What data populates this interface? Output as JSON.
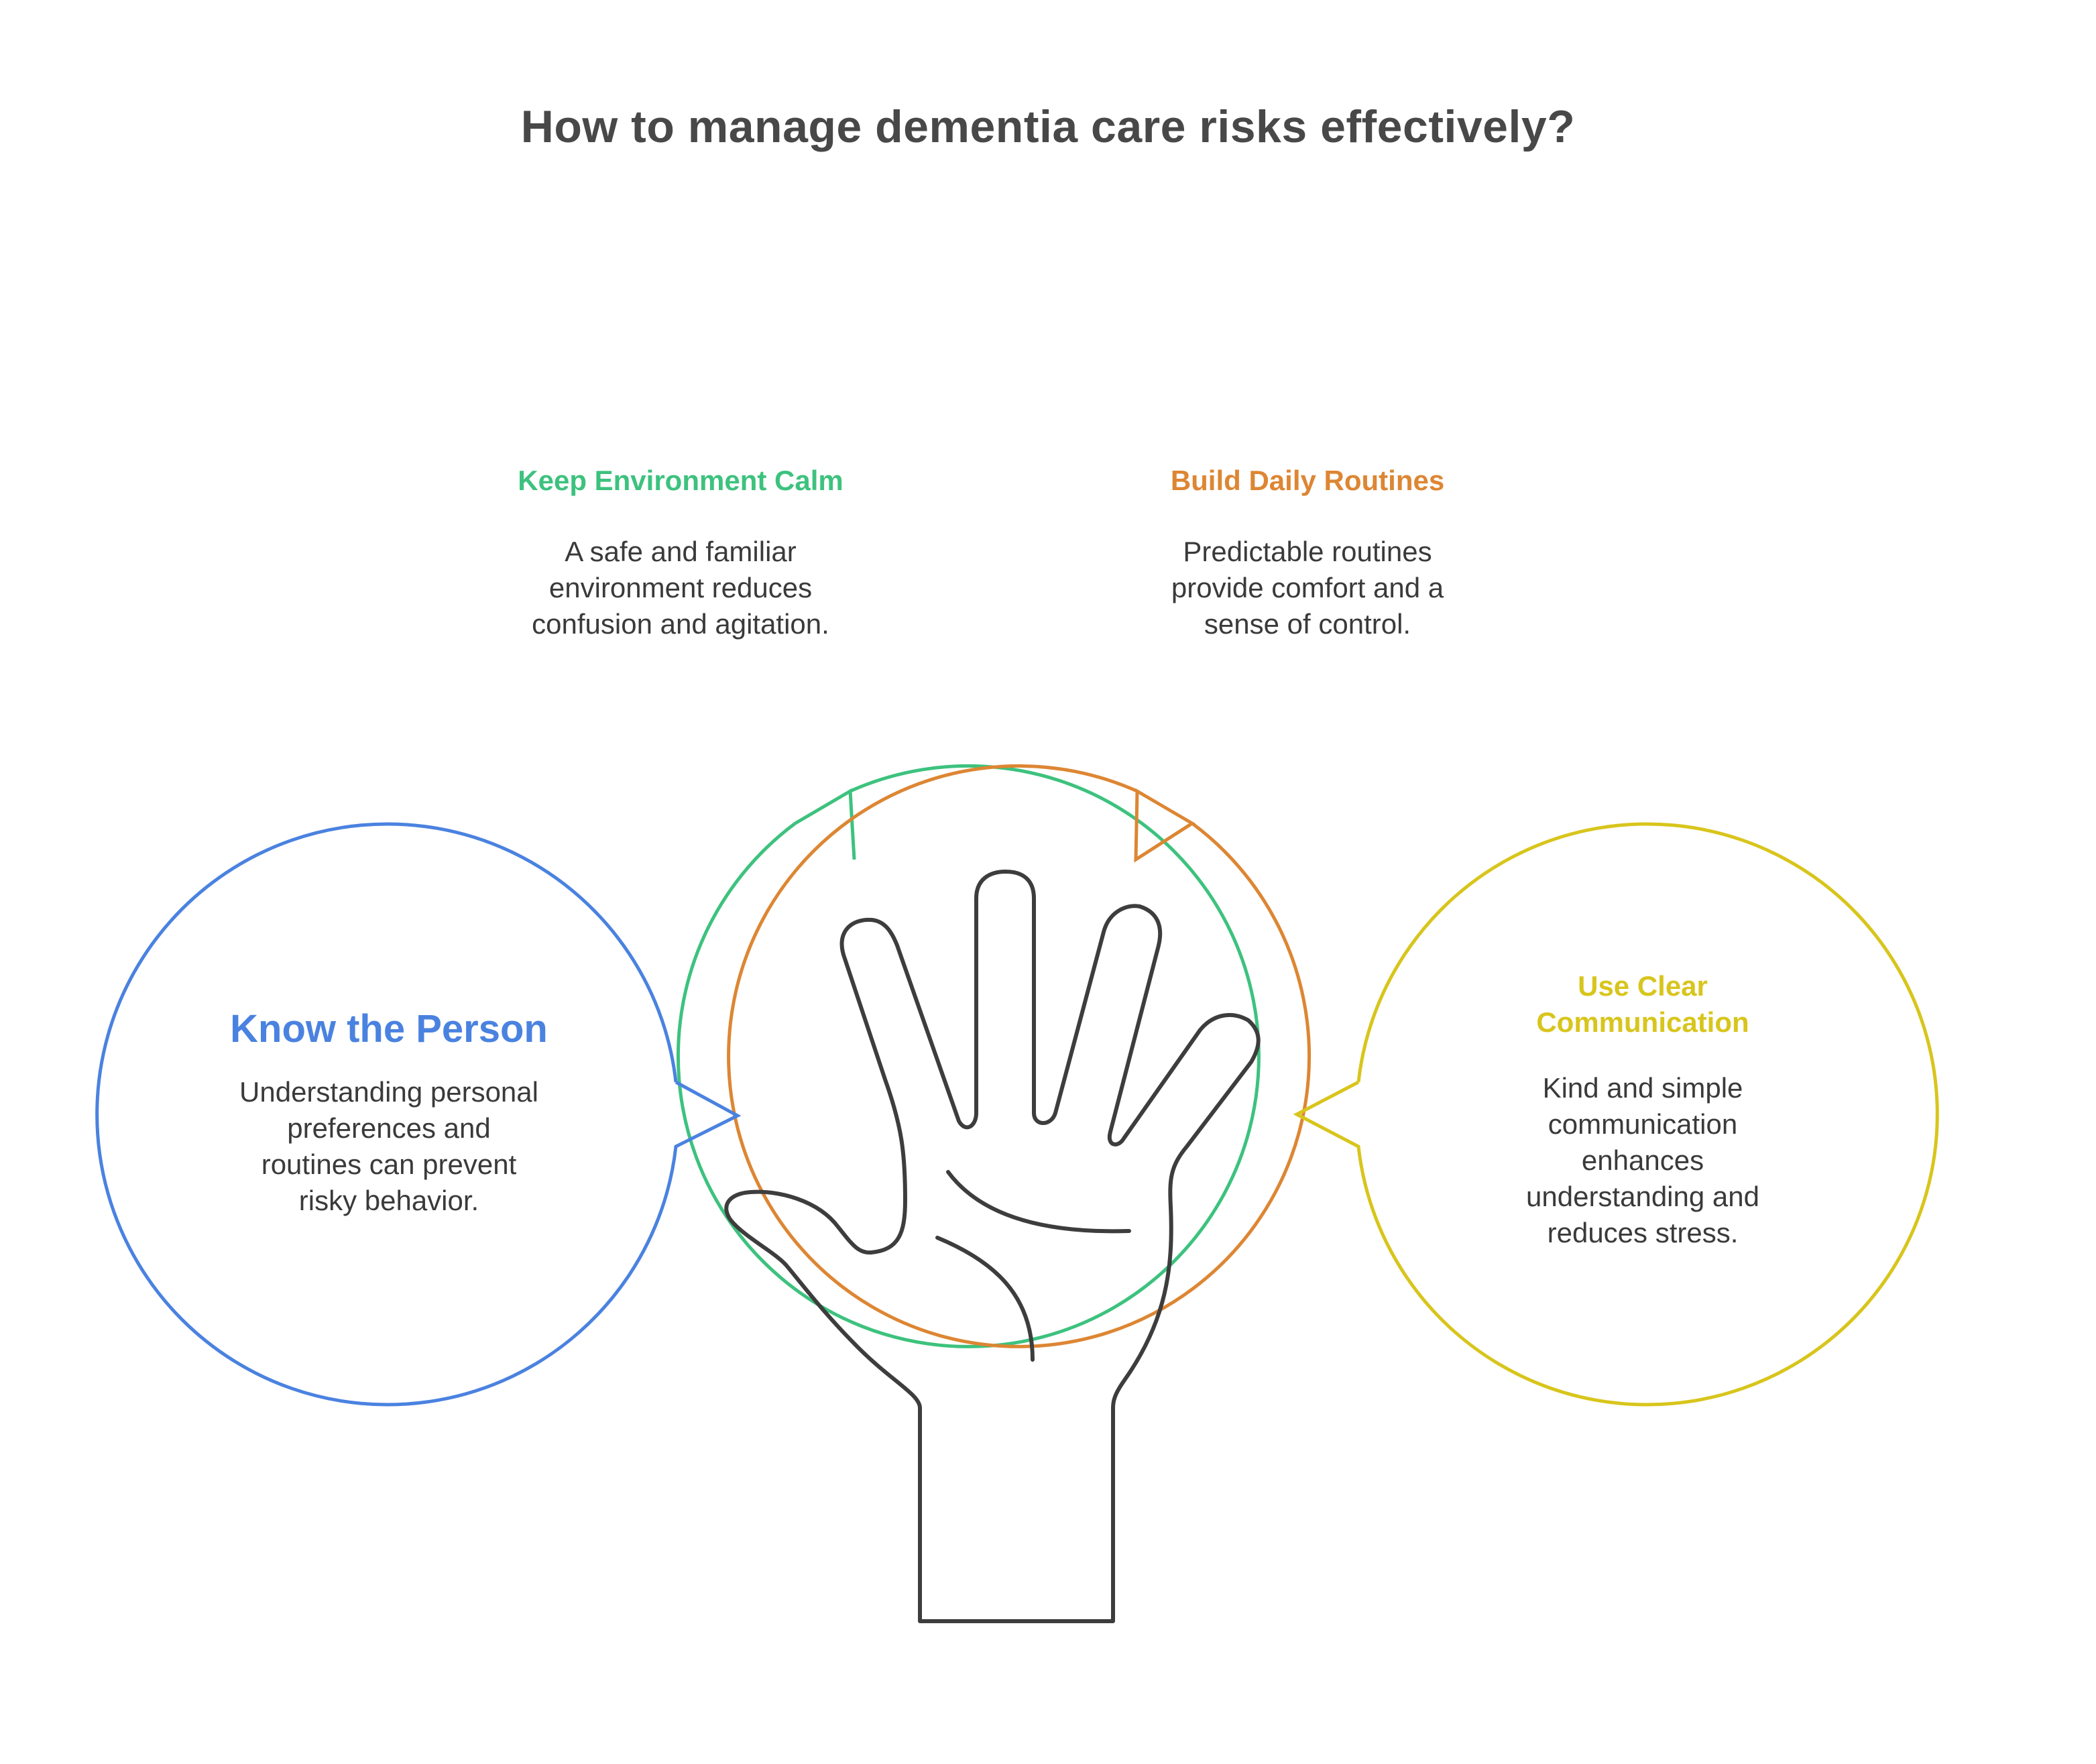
{
  "title": "How to manage dementia care risks effectively?",
  "bubbles": {
    "environment": {
      "heading": "Keep Environment Calm",
      "body": [
        "A safe and familiar",
        "environment reduces",
        "confusion and agitation."
      ],
      "color": "#3dc27e"
    },
    "routines": {
      "heading": "Build Daily Routines",
      "body": [
        "Predictable routines",
        "provide comfort and a",
        "sense of control."
      ],
      "color": "#dd8633"
    },
    "person": {
      "heading": "Know the Person",
      "body": [
        "Understanding personal",
        "preferences and",
        "routines can prevent",
        "risky behavior."
      ],
      "color": "#4a82e0"
    },
    "communication": {
      "heading": [
        "Use Clear",
        "Communication"
      ],
      "body": [
        "Kind and simple",
        "communication",
        "enhances",
        "understanding and",
        "reduces stress."
      ],
      "color": "#d8c51c"
    }
  },
  "hand": {
    "icon": "open-hand-icon",
    "stroke_color": "#3d3d3d"
  }
}
